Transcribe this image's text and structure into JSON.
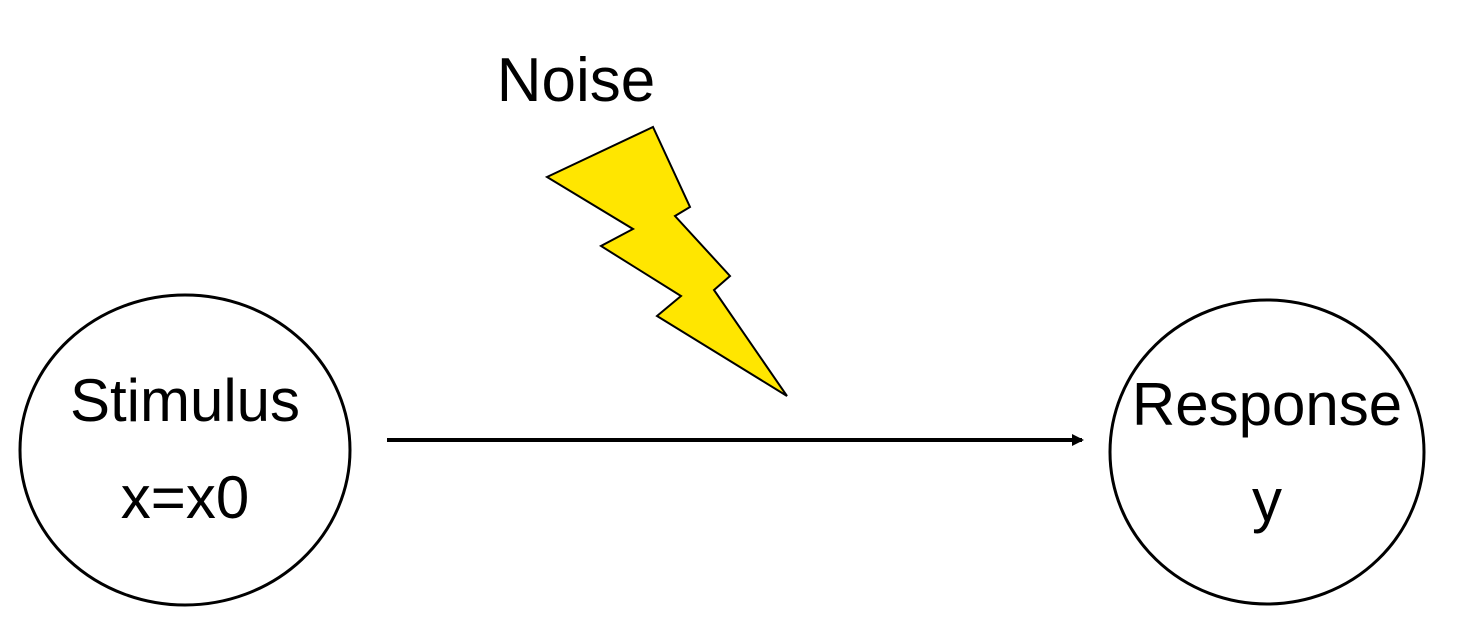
{
  "noise": {
    "label": "Noise",
    "icon": "lightning-bolt-icon",
    "fill_color": "#FFE600",
    "stroke_color": "#000000"
  },
  "stimulus": {
    "line1": "Stimulus",
    "line2": "x=x0"
  },
  "response": {
    "line1": "Response",
    "line2": "y"
  },
  "edge": {
    "from": "stimulus",
    "to": "response",
    "icon": "arrow-right-icon"
  }
}
